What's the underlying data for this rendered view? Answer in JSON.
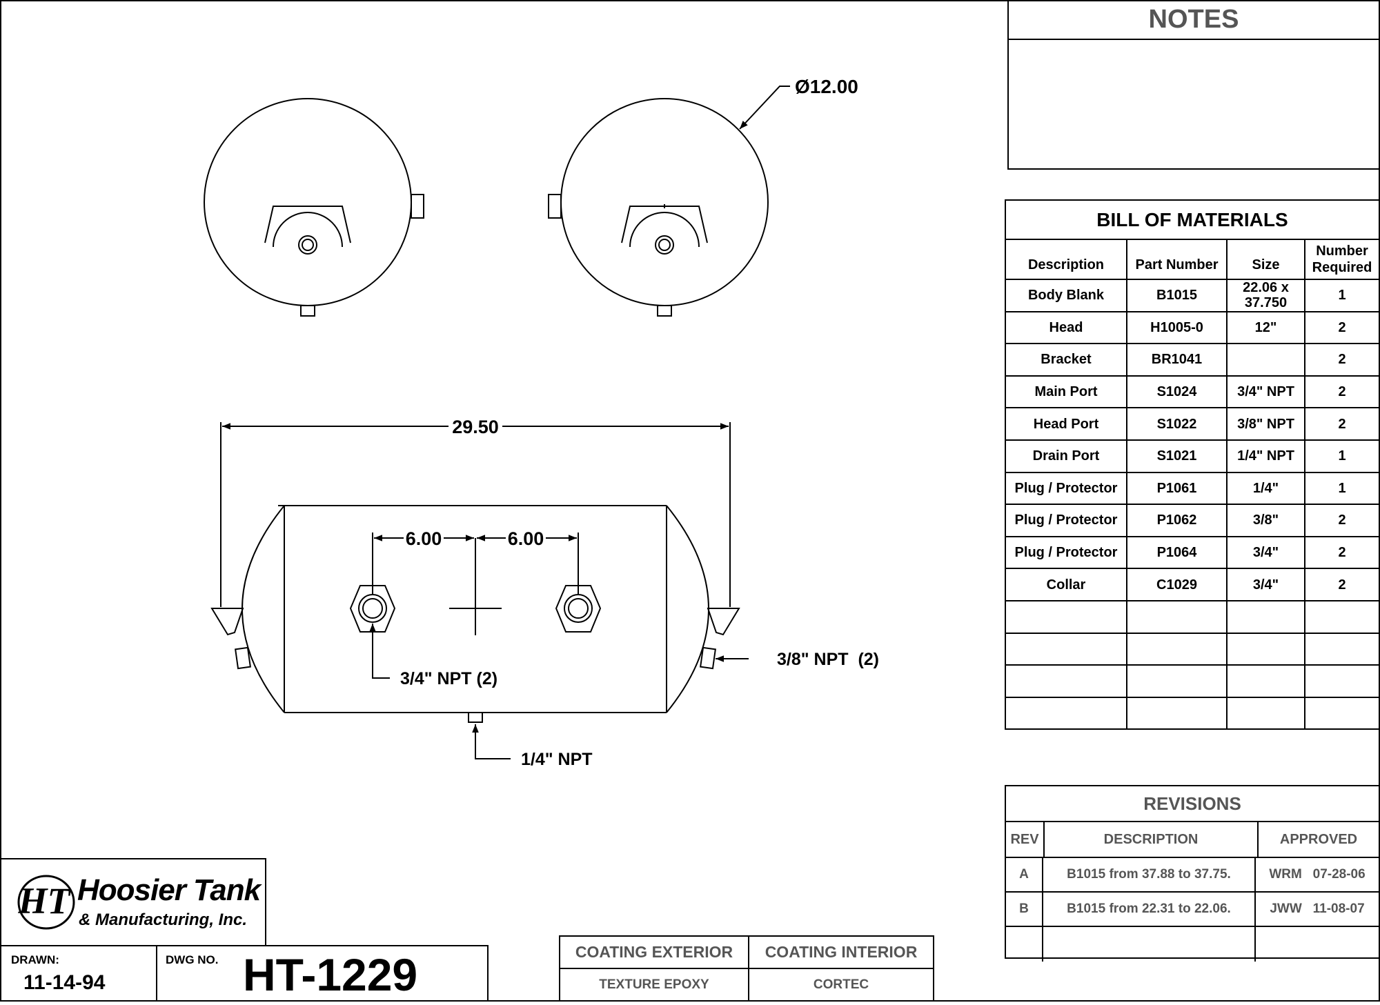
{
  "notes": {
    "title": "NOTES"
  },
  "dimensions": {
    "diameter": "Ø12.00",
    "length": "29.50",
    "spacing_left": "6.00",
    "spacing_right": "6.00",
    "main_port_callout": "3/4\" NPT (2)",
    "head_port_callout": "3/8\" NPT  (2)",
    "drain_port_callout": "1/4\" NPT"
  },
  "bom": {
    "title": "BILL OF MATERIALS",
    "headers": [
      "Description",
      "Part Number",
      "Size",
      "Number Required"
    ],
    "rows": [
      [
        "Body Blank",
        "B1015",
        "22.06 x 37.750",
        "1"
      ],
      [
        "Head",
        "H1005-0",
        "12\"",
        "2"
      ],
      [
        "Bracket",
        "BR1041",
        "",
        "2"
      ],
      [
        "Main Port",
        "S1024",
        "3/4\" NPT",
        "2"
      ],
      [
        "Head Port",
        "S1022",
        "3/8\" NPT",
        "2"
      ],
      [
        "Drain Port",
        "S1021",
        "1/4\" NPT",
        "1"
      ],
      [
        "Plug / Protector",
        "P1061",
        "1/4\"",
        "1"
      ],
      [
        "Plug / Protector",
        "P1062",
        "3/8\"",
        "2"
      ],
      [
        "Plug / Protector",
        "P1064",
        "3/4\"",
        "2"
      ],
      [
        "Collar",
        "C1029",
        "3/4\"",
        "2"
      ],
      [
        "",
        "",
        "",
        ""
      ],
      [
        "",
        "",
        "",
        ""
      ],
      [
        "",
        "",
        "",
        ""
      ],
      [
        "",
        "",
        "",
        ""
      ]
    ]
  },
  "revisions": {
    "title": "REVISIONS",
    "headers": [
      "REV",
      "DESCRIPTION",
      "APPROVED"
    ],
    "rows": [
      {
        "rev": "A",
        "description": "B1015 from 37.88 to 37.75.",
        "approved": "WRM   07-28-06"
      },
      {
        "rev": "B",
        "description": "B1015 from 22.31 to 22.06.",
        "approved": "JWW   11-08-07"
      },
      {
        "rev": "",
        "description": "",
        "approved": ""
      }
    ]
  },
  "company": {
    "monogram": "HT",
    "name": "Hoosier Tank",
    "subname": "& Manufacturing, Inc."
  },
  "title_block": {
    "drawn_label": "DRAWN:",
    "drawn_date": "11-14-94",
    "dwg_label": "DWG NO.",
    "dwg_number": "HT-1229"
  },
  "coating": {
    "exterior_label": "COATING EXTERIOR",
    "interior_label": "COATING INTERIOR",
    "exterior_value": "TEXTURE EPOXY",
    "interior_value": "CORTEC"
  }
}
